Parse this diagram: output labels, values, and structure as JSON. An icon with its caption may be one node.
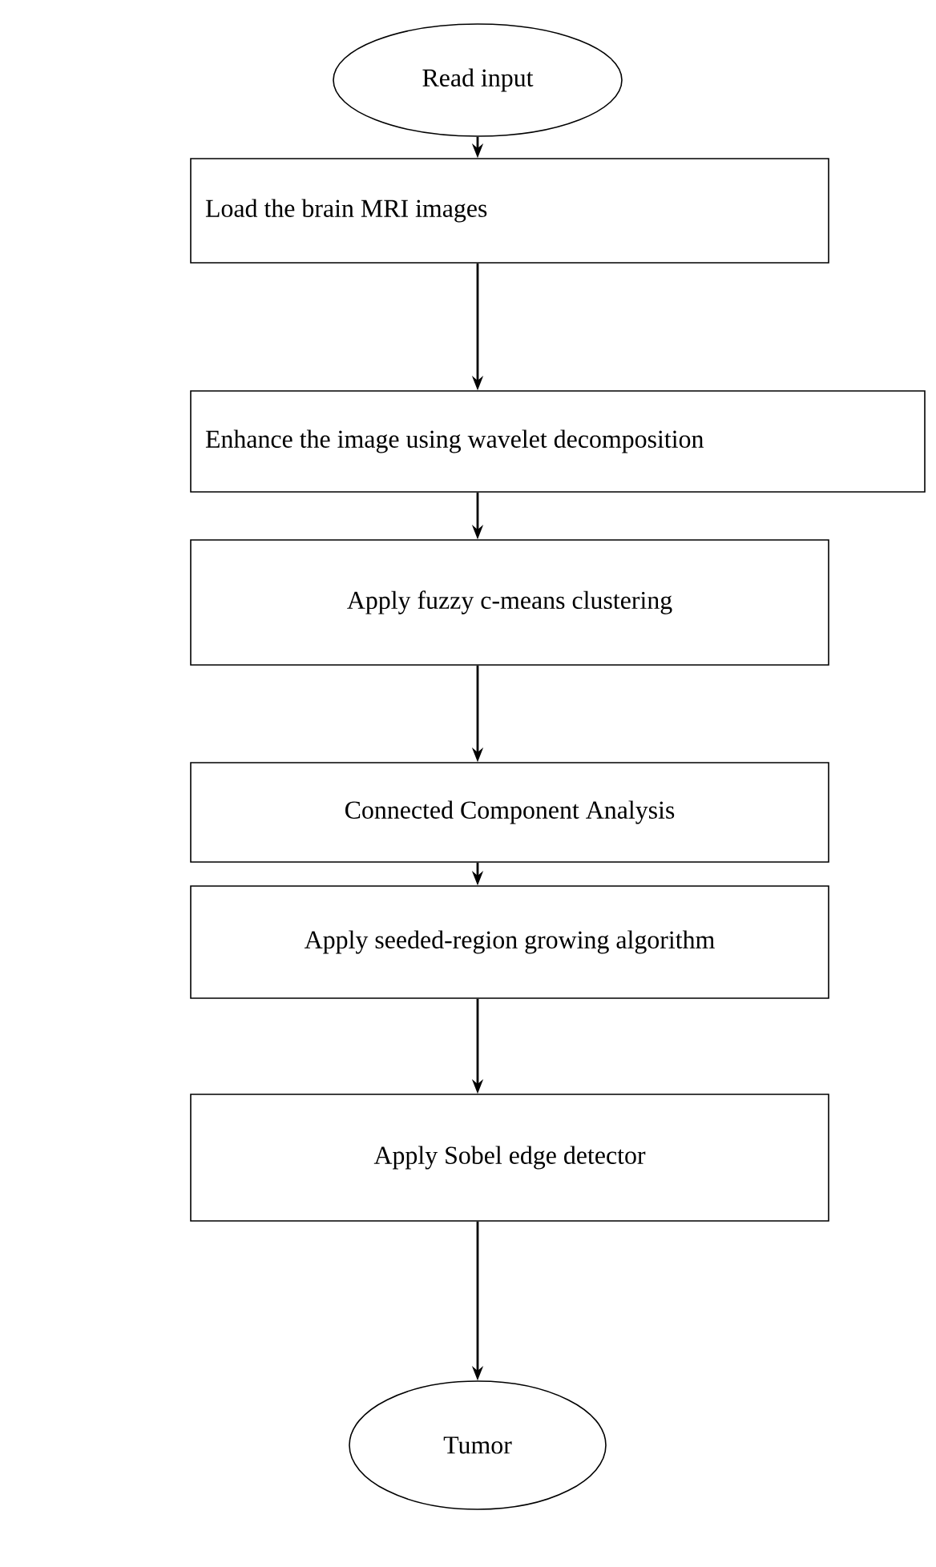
{
  "diagram": {
    "nodes": [
      {
        "text": [
          "Read input"
        ]
      },
      {
        "text": [
          "Load the brain MRI images"
        ]
      },
      {
        "text": [
          "Enhance the image using wavelet decomposition"
        ]
      },
      {
        "text": [
          "Apply fuzzy c-means clustering"
        ]
      },
      {
        "text": [
          "Connected Component Analysis"
        ]
      },
      {
        "text": [
          "Apply seeded-region growing algorithm"
        ]
      },
      {
        "text": [
          "Apply Sobel edge detector"
        ]
      },
      {
        "text": [
          "Tumor"
        ]
      }
    ],
    "edges": [
      {
        "from": 0,
        "to": 1,
        "arrow": "to"
      },
      {
        "from": 1,
        "to": 2,
        "arrow": "to"
      },
      {
        "from": 2,
        "to": 3,
        "arrow": "to"
      },
      {
        "from": 3,
        "to": 4,
        "arrow": "to"
      },
      {
        "from": 4,
        "to": 5,
        "arrow": "to"
      },
      {
        "from": 5,
        "to": 6,
        "arrow": "to"
      },
      {
        "from": 6,
        "to": 7,
        "arrow": "to"
      }
    ]
  }
}
